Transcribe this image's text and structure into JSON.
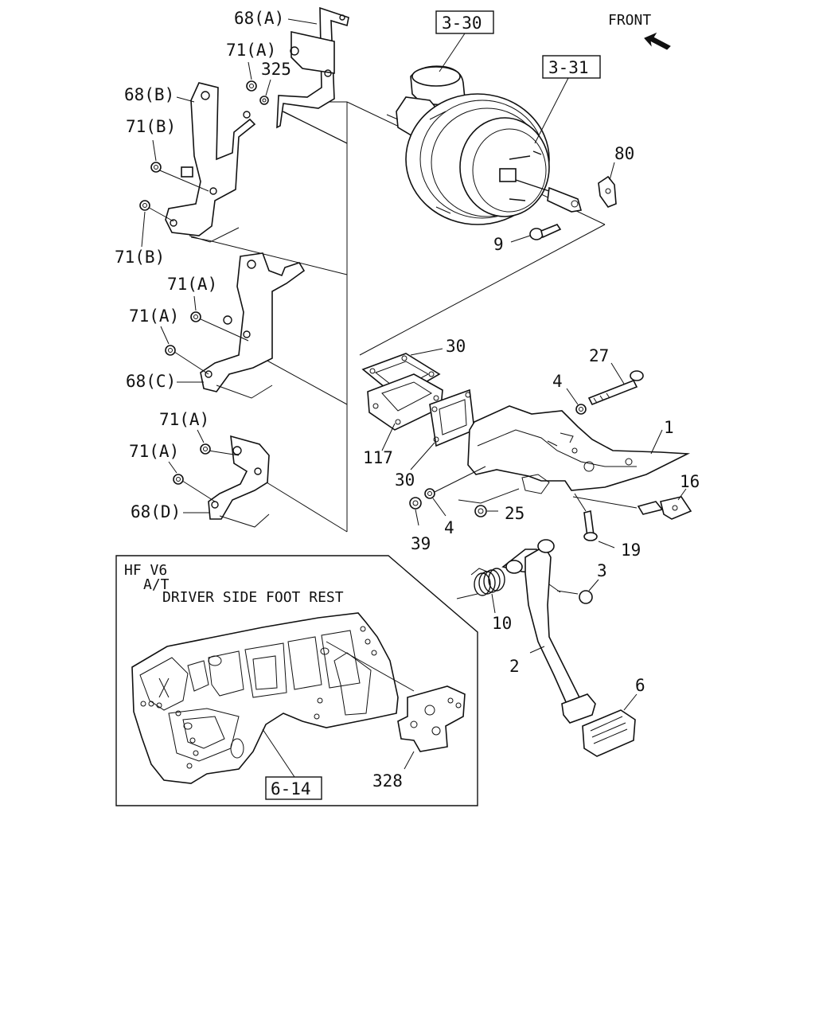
{
  "orientation": {
    "label": "FRONT",
    "arrow_icon": "front-arrow-icon"
  },
  "ref_boxes": [
    "3-30",
    "3-31",
    "6-14"
  ],
  "callouts": {
    "c68a": "68(A)",
    "c71a_top": "71(A)",
    "c325": "325",
    "c68b": "68(B)",
    "c71b_top": "71(B)",
    "c71b_bot": "71(B)",
    "c71a_c1": "71(A)",
    "c71a_c2": "71(A)",
    "c68c": "68(C)",
    "c71a_d1": "71(A)",
    "c71a_d2": "71(A)",
    "c68d": "68(D)",
    "c80": "80",
    "c9": "9",
    "c30_top": "30",
    "c117": "117",
    "c30_bot": "30",
    "c27": "27",
    "c4_top": "4",
    "c1": "1",
    "c16": "16",
    "c25": "25",
    "c39": "39",
    "c4_bot": "4",
    "c19": "19",
    "c3": "3",
    "c10": "10",
    "c2": "2",
    "c6": "6",
    "c328": "328"
  },
  "inset": {
    "line1": "HF V6",
    "line2": "A/T",
    "line3": "DRIVER SIDE FOOT REST"
  }
}
